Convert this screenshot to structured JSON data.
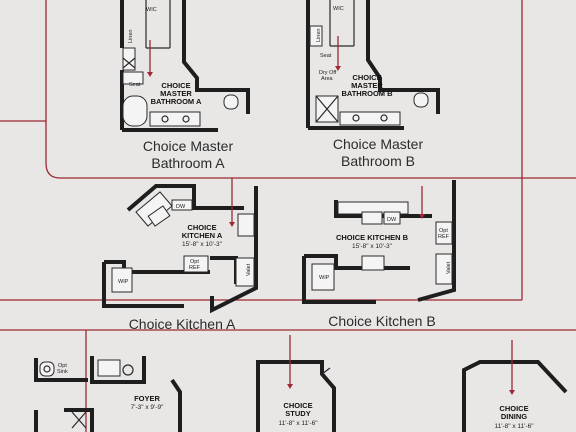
{
  "bath_a": {
    "wic": "WIC",
    "linen": "Linen",
    "seat": "Seat",
    "title_1": "CHOICE",
    "title_2": "MASTER",
    "title_3": "BATHROOM A",
    "caption_1": "Choice Master",
    "caption_2": "Bathroom A"
  },
  "bath_b": {
    "wic": "WIC",
    "linen": "Linen",
    "seat": "Seat",
    "dry_off_1": "Dry Off",
    "dry_off_2": "Area",
    "title_1": "CHOICE",
    "title_2": "MASTER",
    "title_3": "BATHROOM B",
    "caption_1": "Choice Master",
    "caption_2": "Bathroom B"
  },
  "kitchen_a": {
    "dw": "DW",
    "title_1": "CHOICE",
    "title_2": "KITCHEN A",
    "dims": "15'-8\" x 10'-3\"",
    "opt_ref_1": "Opt",
    "opt_ref_2": "REF",
    "wip": "WIP",
    "valet": "Valet",
    "caption": "Choice Kitchen A"
  },
  "kitchen_b": {
    "dw": "DW",
    "opt_ref_1": "Opt",
    "opt_ref_2": "REF",
    "title": "CHOICE KITCHEN B",
    "dims": "15'-8\" x 10'-3\"",
    "wip": "WIP",
    "valet": "Valet",
    "caption": "Choice Kitchen B"
  },
  "lower": {
    "opt_sink_1": "Opt",
    "opt_sink_2": "Sink",
    "foyer": "FOYER",
    "foyer_dims": "7'-3\" x 9'-9\"",
    "study_1": "CHOICE",
    "study_2": "STUDY",
    "study_dims": "11'-8\" x 11'-6\"",
    "dining_1": "CHOICE",
    "dining_2": "DINING",
    "dining_dims": "11'-8\" x 11'-6\""
  },
  "colors": {
    "paper": "#e9e7e6",
    "wall": "#1e1e1e",
    "leader": "#9b2a32"
  }
}
